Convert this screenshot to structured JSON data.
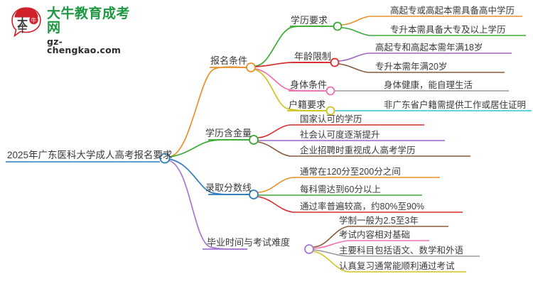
{
  "logo": {
    "mark_label": "大牛",
    "title": "大牛教育成考网",
    "subtitle": "gz-chengkao.com",
    "brand_green": "#1d9741",
    "brand_red": "#d0202a"
  },
  "mindmap": {
    "root": {
      "label": "2025年广东医科大学成人高考报名要求",
      "color": "#2e7bbf"
    },
    "branches": [
      {
        "label": "报名条件",
        "color": "#e8912c",
        "children": [
          {
            "label": "学历要求",
            "color": "#3aaa35",
            "children": [
              {
                "label": "高起专或高起本需具备高中学历",
                "color": "#e8912c"
              },
              {
                "label": "专升本需具备大专及以上学历",
                "color": "#3aaa35"
              }
            ]
          },
          {
            "label": "年龄限制",
            "color": "#d92b2b",
            "children": [
              {
                "label": "高起专和高起本需年满18岁",
                "color": "#9b64c8"
              },
              {
                "label": "专升本需年满20岁",
                "color": "#8a5a3b"
              }
            ]
          },
          {
            "label": "身体条件",
            "color": "#ef6fb0",
            "children": [
              {
                "label": "身体健康，能自理生活",
                "color": "#9a9a9a"
              }
            ]
          },
          {
            "label": "户籍要求",
            "color": "#cfc420",
            "children": [
              {
                "label": "非广东省户籍需提供工作或居住证明",
                "color": "#2fc6d8"
              }
            ]
          }
        ]
      },
      {
        "label": "学历含金量",
        "color": "#3aaa35",
        "children": [
          {
            "label": "国家认可的学历",
            "color": "#d92b2b"
          },
          {
            "label": "社会认可度逐渐提升",
            "color": "#9b64c8"
          },
          {
            "label": "企业招聘时重视成人高考学历",
            "color": "#8a5a3b"
          }
        ]
      },
      {
        "label": "录取分数线",
        "color": "#2e7bbf",
        "children": [
          {
            "label": "通常在120分至200分之间",
            "color": "#e8912c"
          },
          {
            "label": "每科需达到60分以上",
            "color": "#3aaa35"
          },
          {
            "label": "通过率普遍较高，约80%至90%",
            "color": "#d92b2b"
          }
        ]
      },
      {
        "label": "毕业时间与考试难度",
        "color": "#a678d2",
        "children": [
          {
            "label": "学制一般为2.5至3年",
            "color": "#8a5a3b"
          },
          {
            "label": "考试内容相对基础",
            "color": "#ef6fb0"
          },
          {
            "label": "主要科目包括语文、数学和外语",
            "color": "#9a9a9a"
          },
          {
            "label": "认真复习通常能顺利通过考试",
            "color": "#cfc420"
          }
        ]
      }
    ]
  }
}
